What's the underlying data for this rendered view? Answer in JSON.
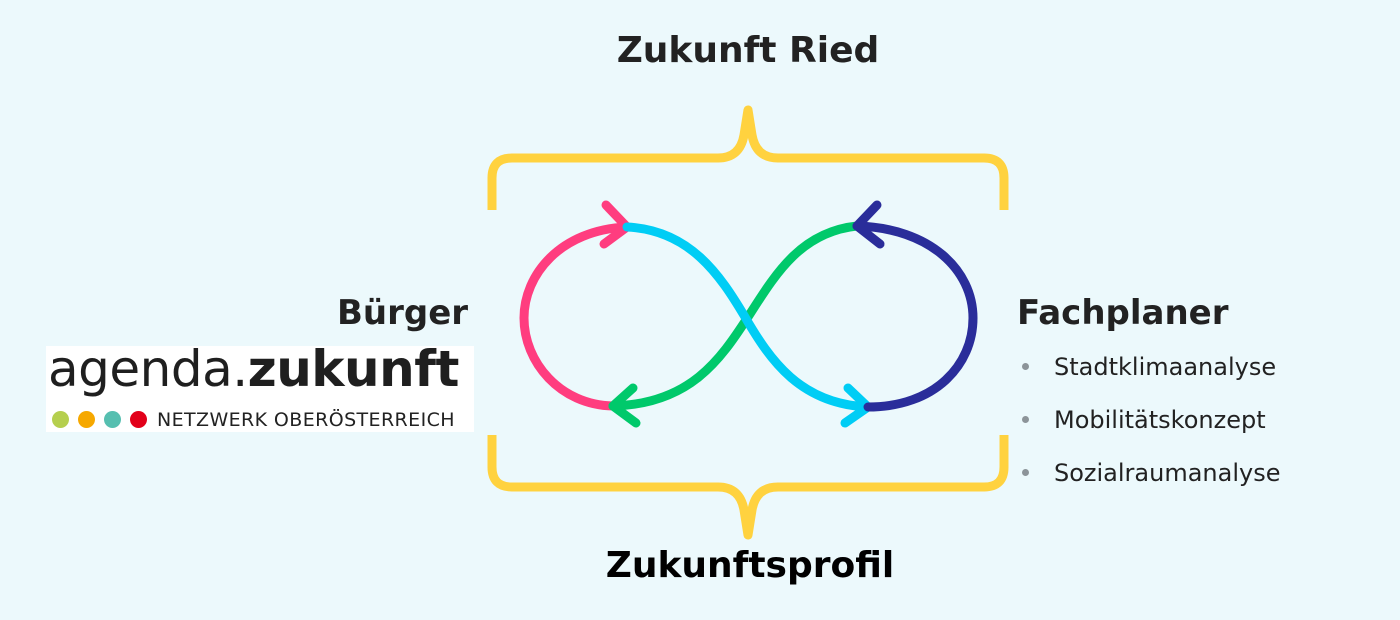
{
  "title_top": "Zukunft Ried",
  "title_bottom": "Zukunftsprofil",
  "left_label": "Bürger",
  "right_label": "Fachplaner",
  "right_items": [
    "Stadtklimaanalyse",
    "Mobilitätskonzept",
    "Sozialraumanalyse"
  ],
  "logo": {
    "word_light": "agenda.",
    "word_bold": "zukunft",
    "subtitle": "NETZWERK OBERÖSTERREICH",
    "dot_colors": [
      "#b5cf4e",
      "#f6a800",
      "#56bfb0",
      "#e2001a"
    ]
  },
  "colors": {
    "brace": "#ffd23f",
    "pink": "#ff3d7f",
    "cyan": "#00cdf5",
    "green": "#00c96b",
    "navy": "#2a2d9a"
  }
}
